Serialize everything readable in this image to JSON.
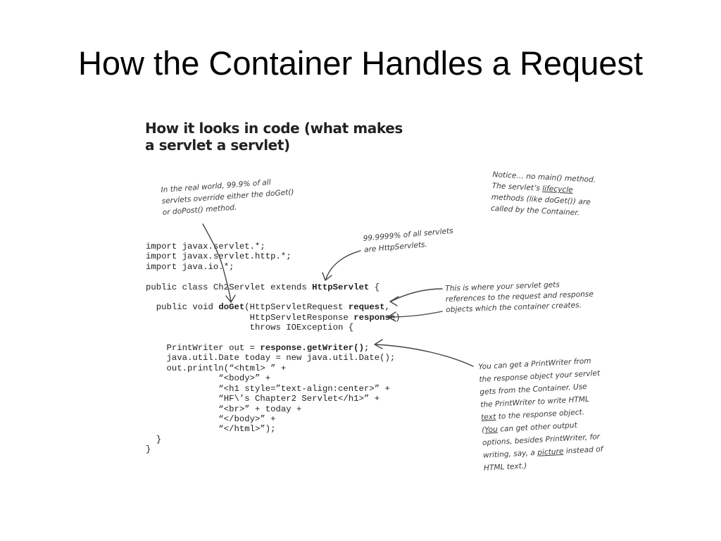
{
  "slide": {
    "title": "How the Container Handles a Request"
  },
  "figure": {
    "heading_line1": "How it looks in code (what makes",
    "heading_line2": "a servlet a servlet)",
    "code": {
      "l1": "import javax.servlet.*;",
      "l2": "import javax.servlet.http.*;",
      "l3": "import java.io.*;",
      "l4a": "public class Ch2Servlet extends ",
      "l4b": "HttpServlet",
      "l4c": " {",
      "l5a": "  public void ",
      "l5b": "doGet",
      "l5c": "(HttpServletRequest ",
      "l5d": "request",
      "l5e": ",",
      "l6a": "                    HttpServletResponse ",
      "l6b": "response",
      "l6c": ")",
      "l7": "                    throws IOException {",
      "l8a": "    PrintWriter out = ",
      "l8b": "response.getWriter()",
      "l8c": ";",
      "l9": "    java.util.Date today = new java.util.Date();",
      "l10": "    out.println(“<html> ” +",
      "l11": "              “<body>” +",
      "l12": "              “<h1 style=”text-align:center>” +",
      "l13": "              “HF\\’s Chapter2 Servlet</h1>” +",
      "l14": "              “<br>” + today +",
      "l15": "              “</body>” +",
      "l16": "              “</html>”);",
      "l17": "  }",
      "l18": "}"
    },
    "notes": {
      "real_world": [
        "In the real world, 99.9% of all",
        "servlets override either the doGet()",
        "or doPost() method."
      ],
      "notice": {
        "l1": "Notice… no main() method.",
        "l2a": "The servlet’s ",
        "l2b": "lifecycle",
        "l3": "methods (like doGet()) are",
        "l4": "called by the Container."
      },
      "http_servlets": [
        "99.9999% of all servlets",
        "are HttpServlets."
      ],
      "references": [
        "This is where your servlet gets",
        "references to the request and response",
        "objects which the container creates."
      ],
      "printwriter": {
        "l1": "You can get a PrintWriter from",
        "l2": "the response object your servlet",
        "l3": "gets from the Container. Use",
        "l4": "the PrintWriter to write HTML",
        "l5a": "text",
        "l5b": " to the response object.",
        "l6a": "(",
        "l6b": "You",
        "l6c": " can get other output",
        "l7": "options, besides PrintWriter, for",
        "l8a": "writing, say, a ",
        "l8b": "picture",
        "l8c": " instead of",
        "l9": "HTML text.)"
      }
    }
  }
}
